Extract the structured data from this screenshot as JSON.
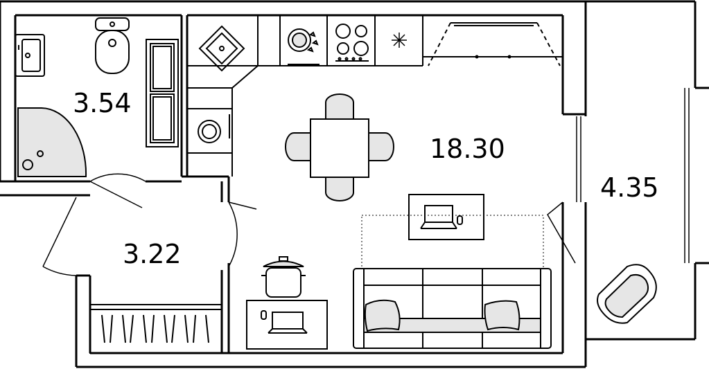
{
  "rooms": [
    {
      "id": "bathroom",
      "area": "3.54"
    },
    {
      "id": "hallway",
      "area": "3.22"
    },
    {
      "id": "living",
      "area": "18.30"
    },
    {
      "id": "balcony",
      "area": "4.35"
    }
  ],
  "colors": {
    "wall": "#000000",
    "background": "#ffffff",
    "furniture_fill": "#e6e6e6",
    "line": "#000000"
  },
  "icons": [
    "toilet-icon",
    "washbasin-icon",
    "shower-icon",
    "kitchen-sink-icon",
    "dishes-icon",
    "cooktop-icon",
    "fridge-icon",
    "range-hood-icon",
    "washing-machine-icon",
    "dining-table-icon",
    "chair-icon",
    "sofa-icon",
    "pillow-icon",
    "laptop-icon",
    "cooking-pot-icon",
    "armchair-icon",
    "wardrobe-icon",
    "desk-icon"
  ]
}
